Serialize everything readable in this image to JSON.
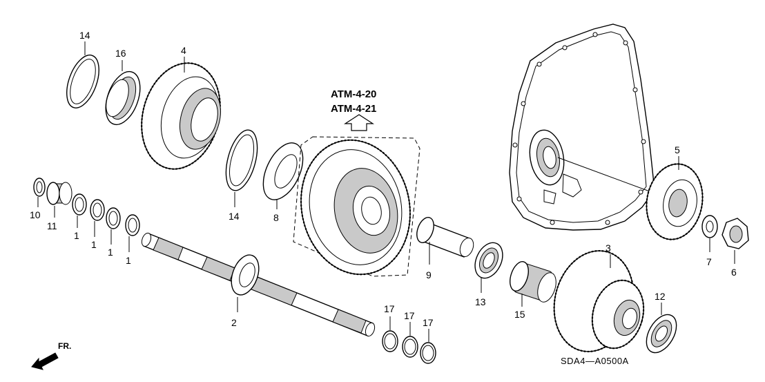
{
  "references": [
    "ATM-4-20",
    "ATM-4-21"
  ],
  "drawing_code": "SDA4—A0500A",
  "front_marker": "FR.",
  "callouts": {
    "c14a": "14",
    "c16": "16",
    "c4": "4",
    "c14b": "14",
    "c8": "8",
    "c10": "10",
    "c11": "11",
    "c1a": "1",
    "c1b": "1",
    "c1c": "1",
    "c1d": "1",
    "c2": "2",
    "c9": "9",
    "c13": "13",
    "c15": "15",
    "c3": "3",
    "c12": "12",
    "c5": "5",
    "c7": "7",
    "c6": "6",
    "c17a": "17",
    "c17b": "17",
    "c17c": "17"
  },
  "icons": [
    "arrow-up-icon",
    "front-arrow-icon"
  ]
}
